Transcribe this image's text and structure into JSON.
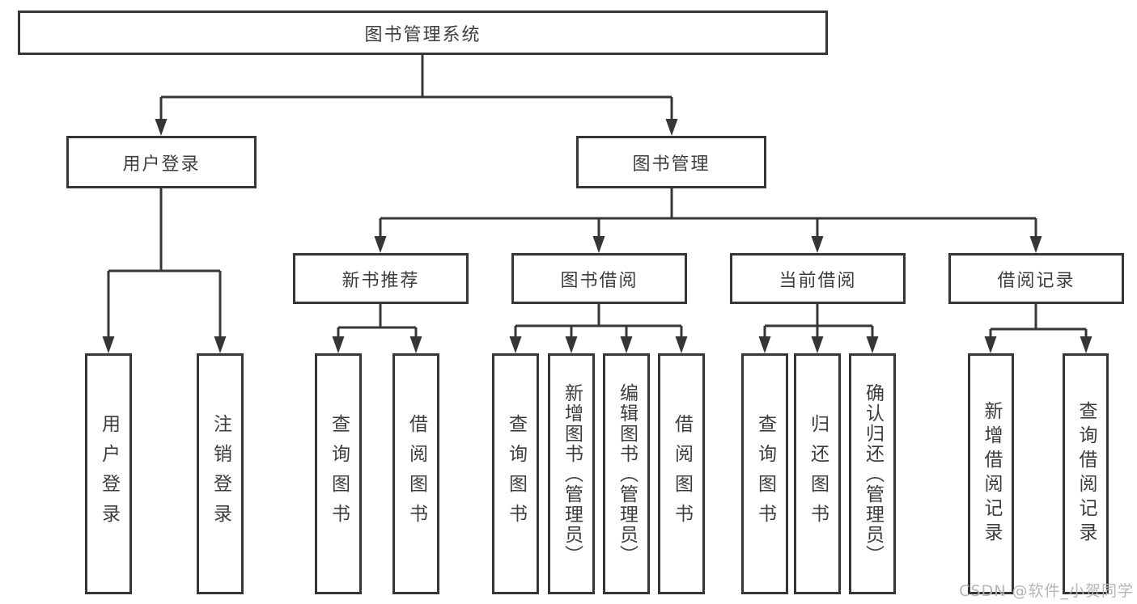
{
  "tree": {
    "root": {
      "label": "图书管理系统"
    },
    "login_branch": {
      "label": "用户登录",
      "children": [
        {
          "label": "用户登录"
        },
        {
          "label": "注销登录"
        }
      ]
    },
    "management_branch": {
      "label": "图书管理",
      "sections": [
        {
          "label": "新书推荐",
          "children": [
            {
              "label": "查询图书"
            },
            {
              "label": "借阅图书"
            }
          ]
        },
        {
          "label": "图书借阅",
          "children": [
            {
              "label": "查询图书"
            },
            {
              "label": "新增图书（管理员）"
            },
            {
              "label": "编辑图书（管理员）"
            },
            {
              "label": "借阅图书"
            }
          ]
        },
        {
          "label": "当前借阅",
          "children": [
            {
              "label": "查询图书"
            },
            {
              "label": "归还图书"
            },
            {
              "label": "确认归还（管理员）"
            }
          ]
        },
        {
          "label": "借阅记录",
          "children": [
            {
              "label": "新增借阅记录"
            },
            {
              "label": "查询借阅记录"
            }
          ]
        }
      ]
    }
  },
  "watermark": {
    "text": "CSDN @软件_小贺同学"
  },
  "colors": {
    "line": "#363636",
    "box_border": "#363636",
    "text": "#3d3d3d",
    "watermark": "#b5b5b5",
    "background": "#ffffff"
  }
}
